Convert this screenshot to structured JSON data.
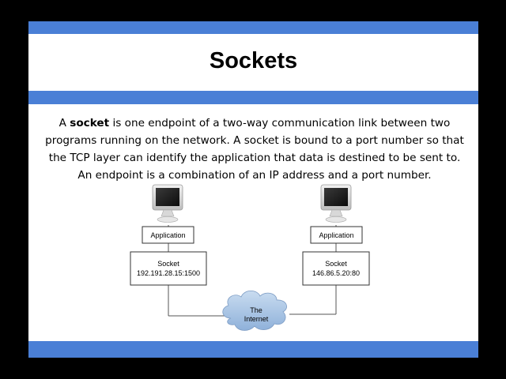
{
  "slide": {
    "title": "Sockets",
    "paragraph": {
      "pre": "A ",
      "bold": "socket",
      "post": " is one endpoint of a two-way communication link between two programs running on the network. A socket is bound to a port number so that the TCP layer can identify the application that data is destined to be sent to. An endpoint is a combination of an IP address and a port number."
    }
  },
  "diagram": {
    "left": {
      "application_label": "Application",
      "socket_label": "Socket",
      "socket_address": "192.191.28.15:1500"
    },
    "right": {
      "application_label": "Application",
      "socket_label": "Socket",
      "socket_address": "146.86.5.20:80"
    },
    "cloud": {
      "line1": "The",
      "line2": "Internet"
    },
    "icons": [
      "computer-icon",
      "computer-icon",
      "cloud-icon"
    ],
    "colors": {
      "accent_bar": "#4a7fd6",
      "cloud_fill": "#aac6e6"
    }
  }
}
